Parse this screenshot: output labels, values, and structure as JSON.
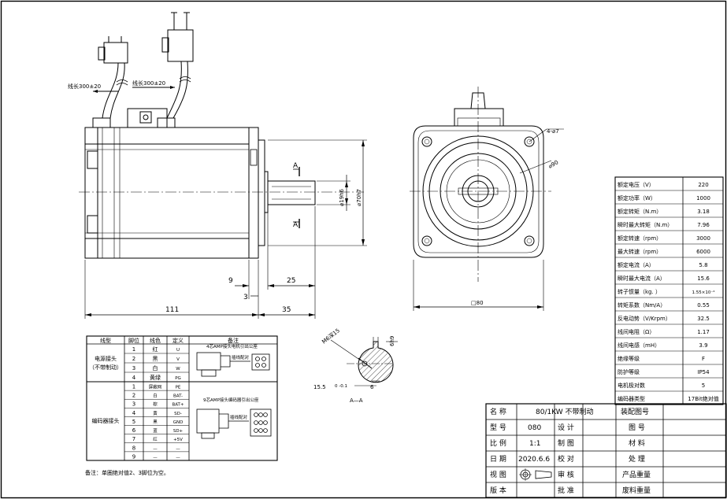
{
  "dimensions": {
    "cable_left": "线长300±20",
    "cable_right": "线长300±20",
    "overall_length": "111",
    "shaft_length": "35",
    "key_length": "25",
    "key_offset": "9",
    "shaft_step": "3",
    "shaft_dia": "⌀19h6",
    "pilot_dia": "⌀70h7",
    "section_mark": "A",
    "holes": "4-⌀7",
    "pcd": "⌀90",
    "flange": "□80",
    "key_height": "6h9",
    "thread": "M6深15",
    "key_width": "6",
    "key_depth": "15.5",
    "key_depth_tol": "0\n-0.1",
    "section_label": "A—A"
  },
  "wiring": {
    "headers": [
      "线型",
      "脚位",
      "线色",
      "定义",
      "备注"
    ],
    "power_group": "电源接头\n（不带制动）",
    "encoder_group": "编码器接头",
    "power_rows": [
      [
        "1",
        "红",
        "U"
      ],
      [
        "2",
        "黑",
        "V"
      ],
      [
        "3",
        "白",
        "W"
      ],
      [
        "4",
        "黄绿",
        "PG"
      ]
    ],
    "encoder_rows": [
      [
        "1",
        "屏蔽网",
        "PE"
      ],
      [
        "2",
        "白",
        "BAT-"
      ],
      [
        "3",
        "棕",
        "BAT+"
      ],
      [
        "4",
        "黄",
        "SD-"
      ],
      [
        "5",
        "黑",
        "GND"
      ],
      [
        "6",
        "蓝",
        "SD+"
      ],
      [
        "7",
        "红",
        "+5V"
      ],
      [
        "8",
        "—",
        "—"
      ],
      [
        "9",
        "—",
        "—"
      ]
    ],
    "power_note": "4芯AMP接头电机引出公座",
    "encoder_note": "9芯AMP接头编码器引出公座",
    "insert_label": "插线配对",
    "footnote": "备注：单圈绝对值2、3脚位为空。"
  },
  "specs": [
    [
      "额定电压（V）",
      "220"
    ],
    [
      "额定功率（W）",
      "1000"
    ],
    [
      "额定转矩（N.m）",
      "3.18"
    ],
    [
      "瞬时最大转矩（N.m）",
      "7.96"
    ],
    [
      "额定转速（rpm）",
      "3000"
    ],
    [
      "最大转速（rpm）",
      "6000"
    ],
    [
      "额定电流（A）",
      "5.8"
    ],
    [
      "瞬时最大电流（A）",
      "15.6"
    ],
    [
      "转子惯量（kg.  ）",
      "1.55×10⁻⁴"
    ],
    [
      "转矩系数（Nm/A）",
      "0.55"
    ],
    [
      "反电动势（V/Krpm）",
      "32.5"
    ],
    [
      "线间电阻（Ω）",
      "1.17"
    ],
    [
      "线间电感（mH）",
      "3.9"
    ],
    [
      "绝缘等级",
      "F"
    ],
    [
      "防护等级",
      "IP54"
    ],
    [
      "电机极对数",
      "5"
    ],
    [
      "编码器类型",
      "17Bit绝对值"
    ]
  ],
  "titleblock": {
    "name_label": "名  称",
    "name_value": "80/1KW  不带制动",
    "drawing_label": "装配图号",
    "model_label": "型  号",
    "model_value": "080",
    "design_label": "设  计",
    "number_label": "图  号",
    "scale_label": "比  例",
    "scale_value": "1:1",
    "draft_label": "制  图",
    "material_label": "材  料",
    "date_label": "日  期",
    "date_value": "2020.6.6",
    "check_label": "校  对",
    "process_label": "处  理",
    "view_label": "视  图",
    "audit_label": "审  核",
    "weight_label": "产品重量",
    "version_label": "版  本",
    "approve_label": "批  准",
    "scrap_label": "废料重量"
  }
}
